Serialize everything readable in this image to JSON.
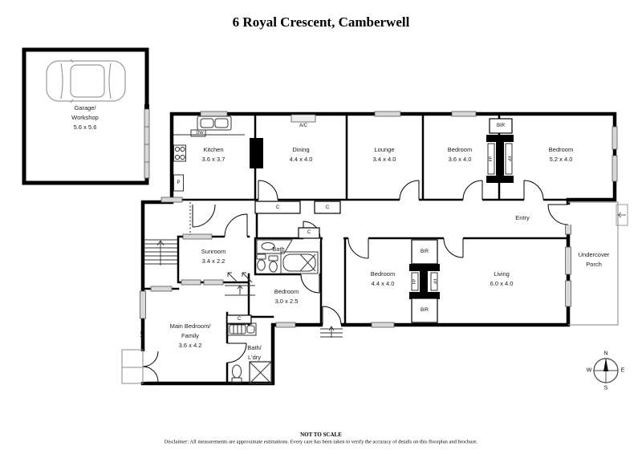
{
  "title": "6 Royal Crescent, Camberwell",
  "rooms": {
    "garage": {
      "name": "Garage/",
      "name2": "Workshop",
      "dims": "5.6 x 5.6"
    },
    "kitchen": {
      "name": "Kitchen",
      "dims": "3.6 x 3.7"
    },
    "dining": {
      "name": "Dining",
      "dims": "4.4 x 4.0"
    },
    "lounge": {
      "name": "Lounge",
      "dims": "3.4 x 4.0"
    },
    "bedroom1": {
      "name": "Bedroom",
      "dims": "3.6 x 4.0"
    },
    "bedroom2": {
      "name": "Bedroom",
      "dims": "5.2 x 4.0"
    },
    "entry": {
      "name": "Entry"
    },
    "sunroom": {
      "name": "Sunroom",
      "dims": "3.4 x 2.2"
    },
    "bath": {
      "name": "Bath"
    },
    "bedroom3": {
      "name": "Bedroom",
      "dims": "3.0 x 2.5"
    },
    "bedroom4": {
      "name": "Bedroom",
      "dims": "4.4 x 4.0"
    },
    "living": {
      "name": "Living",
      "dims": "6.0 x 4.0"
    },
    "porch": {
      "name": "Undercover",
      "name2": "Porch"
    },
    "main_bedroom": {
      "name": "Main Bedroom/",
      "name2": "Family",
      "dims": "3.6 x 4.2"
    },
    "bath_laundry": {
      "name": "Bath/",
      "name2": "L'dry"
    }
  },
  "markers": {
    "dw": "DW",
    "ac": "A/C",
    "p": "P",
    "c": "C",
    "bir": "BIR",
    "fp": "FP"
  },
  "compass": {
    "n": "N",
    "e": "E",
    "s": "S",
    "w": "W"
  },
  "footer": {
    "scale": "NOT TO SCALE",
    "disclaimer": "Disclaimer: All measurements are approximate estimations. Every care has been taken to verify the accuracy of details on this floorplan and brochure."
  }
}
